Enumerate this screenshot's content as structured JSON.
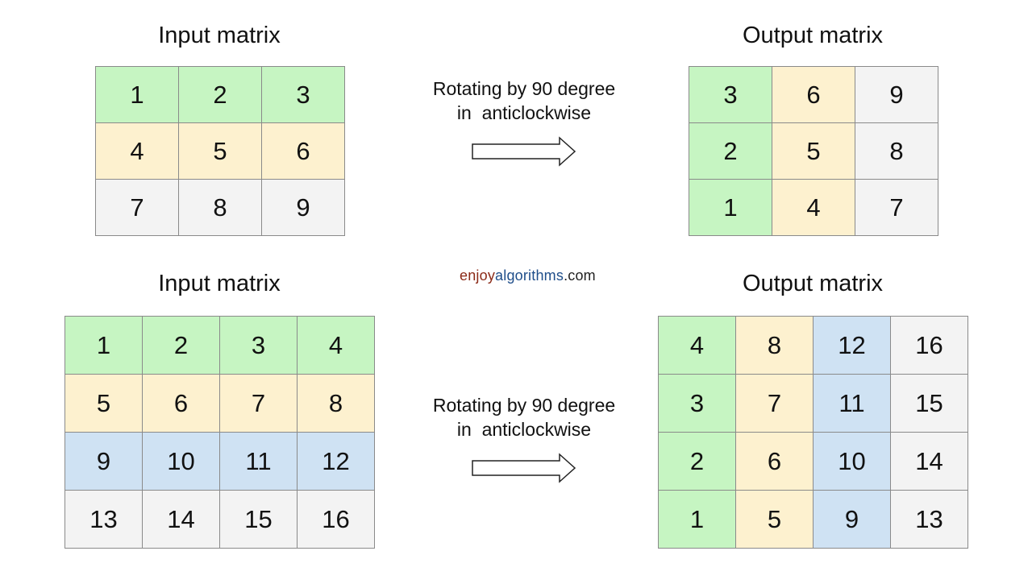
{
  "colors": {
    "green": "#c6f5c2",
    "yellow": "#fdf1cf",
    "blue": "#cfe2f3",
    "gray": "#f3f3f3",
    "brand_enjoy": "#8b2a17",
    "brand_algorithms": "#1f4e8a",
    "brand_com": "#222222"
  },
  "top": {
    "input_title": "Input matrix",
    "output_title": "Output matrix",
    "caption_line1": "Rotating by 90 degree",
    "caption_line2": "in  anticlockwise",
    "input_rows": [
      [
        "1",
        "2",
        "3"
      ],
      [
        "4",
        "5",
        "6"
      ],
      [
        "7",
        "8",
        "9"
      ]
    ],
    "input_colors": [
      [
        "green",
        "green",
        "green"
      ],
      [
        "yellow",
        "yellow",
        "yellow"
      ],
      [
        "gray",
        "gray",
        "gray"
      ]
    ],
    "output_rows": [
      [
        "3",
        "6",
        "9"
      ],
      [
        "2",
        "5",
        "8"
      ],
      [
        "1",
        "4",
        "7"
      ]
    ],
    "output_colors": [
      [
        "green",
        "yellow",
        "gray"
      ],
      [
        "green",
        "yellow",
        "gray"
      ],
      [
        "green",
        "yellow",
        "gray"
      ]
    ]
  },
  "brand": {
    "part1": "enjoy",
    "part2": "algorithms",
    "part3": ".com"
  },
  "bottom": {
    "input_title": "Input matrix",
    "output_title": "Output matrix",
    "caption_line1": "Rotating by 90 degree",
    "caption_line2": "in  anticlockwise",
    "input_rows": [
      [
        "1",
        "2",
        "3",
        "4"
      ],
      [
        "5",
        "6",
        "7",
        "8"
      ],
      [
        "9",
        "10",
        "11",
        "12"
      ],
      [
        "13",
        "14",
        "15",
        "16"
      ]
    ],
    "input_colors": [
      [
        "green",
        "green",
        "green",
        "green"
      ],
      [
        "yellow",
        "yellow",
        "yellow",
        "yellow"
      ],
      [
        "blue",
        "blue",
        "blue",
        "blue"
      ],
      [
        "gray",
        "gray",
        "gray",
        "gray"
      ]
    ],
    "output_rows": [
      [
        "4",
        "8",
        "12",
        "16"
      ],
      [
        "3",
        "7",
        "11",
        "15"
      ],
      [
        "2",
        "6",
        "10",
        "14"
      ],
      [
        "1",
        "5",
        "9",
        "13"
      ]
    ],
    "output_colors": [
      [
        "green",
        "yellow",
        "blue",
        "gray"
      ],
      [
        "green",
        "yellow",
        "blue",
        "gray"
      ],
      [
        "green",
        "yellow",
        "blue",
        "gray"
      ],
      [
        "green",
        "yellow",
        "blue",
        "gray"
      ]
    ]
  }
}
